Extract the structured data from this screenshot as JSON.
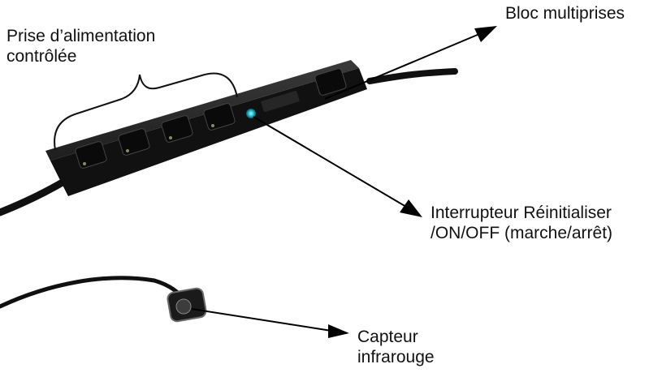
{
  "labels": {
    "prise": [
      "Prise d’alimentation",
      "contrôlée"
    ],
    "bloc": "Bloc multiprises",
    "interrupteur": [
      "Interrupteur Réinitialiser",
      "/ON/OFF (marche/arrêt)"
    ],
    "capteur": [
      "Capteur",
      "infrarouge"
    ]
  },
  "colors": {
    "strip_body": "#1c1c1c",
    "led": "#28c4d8",
    "arrow": "#000000",
    "cable": "#101010"
  },
  "icons": [
    "power-strip",
    "infrared-sensor",
    "cable",
    "arrow"
  ]
}
